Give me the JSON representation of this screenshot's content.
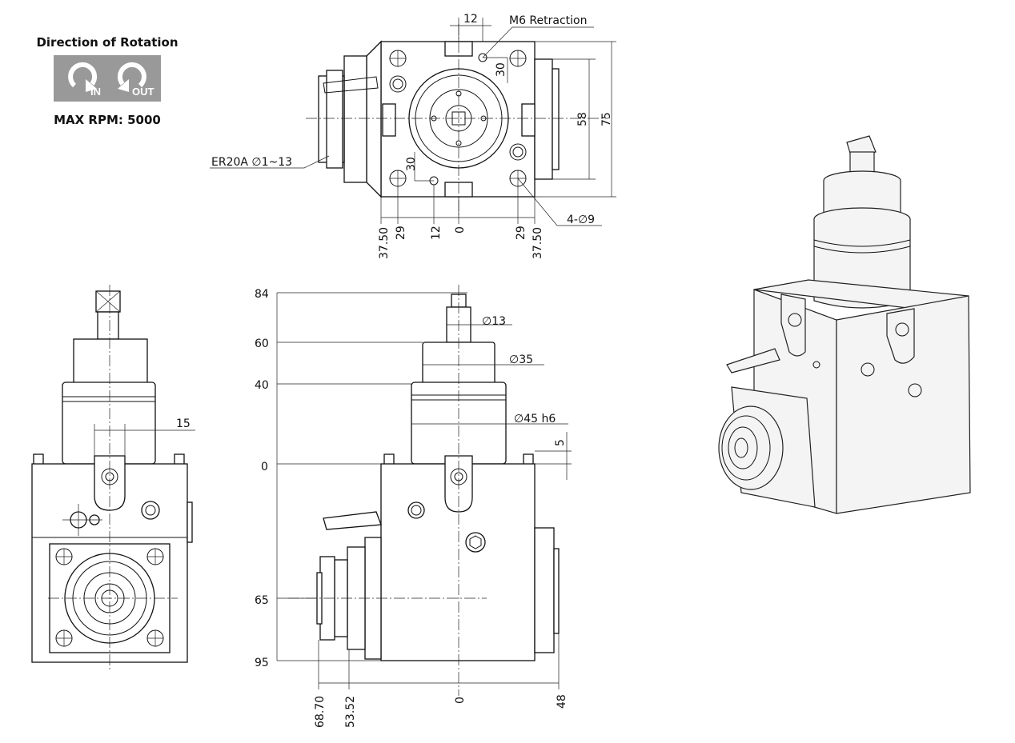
{
  "legend": {
    "title": "Direction of Rotation",
    "in_label": "IN",
    "out_label": "OUT",
    "max_rpm": "MAX RPM: 5000",
    "box_color": "#999999",
    "in_icon": "rotate-ccw-arrow-icon",
    "out_icon": "rotate-cw-arrow-icon"
  },
  "top_view": {
    "dim_12": "12",
    "m6_retraction": "M6 Retraction",
    "dim_30_upper": "30",
    "dim_30_lower": "30",
    "dim_58": "58",
    "dim_75": "75",
    "collet": "ER20A ∅1~13",
    "holes": "4-∅9",
    "bottom_dims": [
      "37.50",
      "29",
      "12",
      "0",
      "29",
      "37.50"
    ]
  },
  "side_view": {
    "dim_15": "15"
  },
  "front_view": {
    "heights": [
      "84",
      "60",
      "40",
      "0",
      "65",
      "95"
    ],
    "dia_13": "∅13",
    "dia_35": "∅35",
    "dia_45": "∅45 h6",
    "dim_5": "5",
    "bottom_dims": [
      "68.70",
      "53.52",
      "0",
      "48"
    ]
  }
}
